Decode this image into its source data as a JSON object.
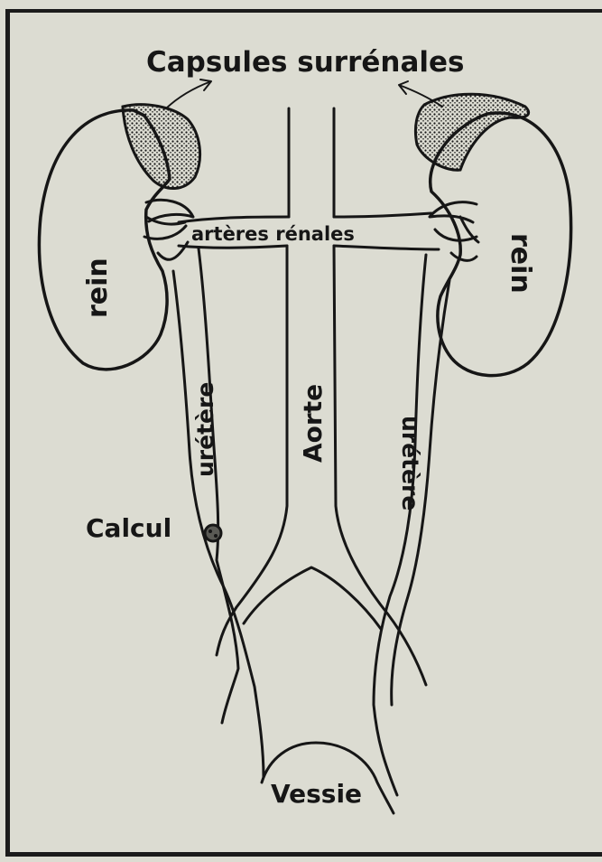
{
  "labels": {
    "adrenal_glands": "Capsules surrénales",
    "kidney_left": "rein",
    "kidney_right": "rein",
    "renal_arteries": "artères rénales",
    "ureter_left": "urétère",
    "ureter_right": "urétère",
    "aorta": "Aorte",
    "stone": "Calcul",
    "bladder": "Vessie"
  },
  "colors": {
    "paper": "#dcdcd2",
    "ink": "#161616",
    "border": "#1b1b1b",
    "background": "#8a8f95"
  }
}
